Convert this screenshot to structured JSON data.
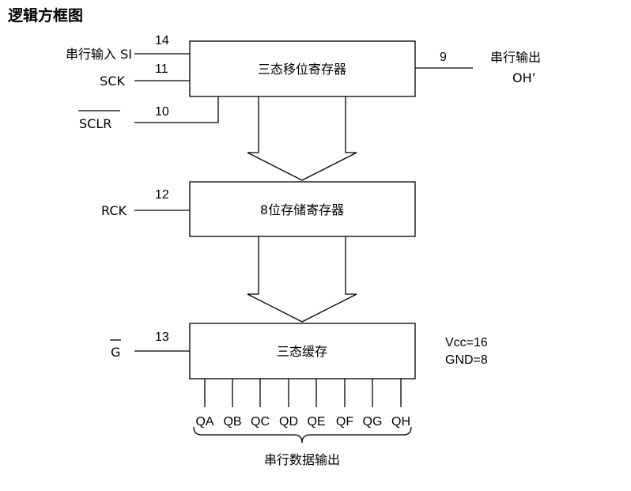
{
  "title": "逻辑方框图",
  "blocks": {
    "shift_register": "三态移位寄存器",
    "storage_register": "8位存储寄存器",
    "tristate_buffer": "三态缓存"
  },
  "pins": {
    "si": {
      "label": "串行输入 SI",
      "number": "14"
    },
    "sck": {
      "label": "SCK",
      "number": "11"
    },
    "sclr": {
      "label": "SCLR",
      "number": "10"
    },
    "qh_prime": {
      "label_line1": "串行输出",
      "label_line2": "OH’",
      "number": "9"
    },
    "rck": {
      "label": "RCK",
      "number": "12"
    },
    "g": {
      "label": "G",
      "number": "13"
    }
  },
  "power": {
    "vcc": "Vcc=16",
    "gnd": "GND=8"
  },
  "outputs": [
    "QA",
    "QB",
    "QC",
    "QD",
    "QE",
    "QF",
    "QG",
    "QH"
  ],
  "outputs_caption": "串行数据输出"
}
